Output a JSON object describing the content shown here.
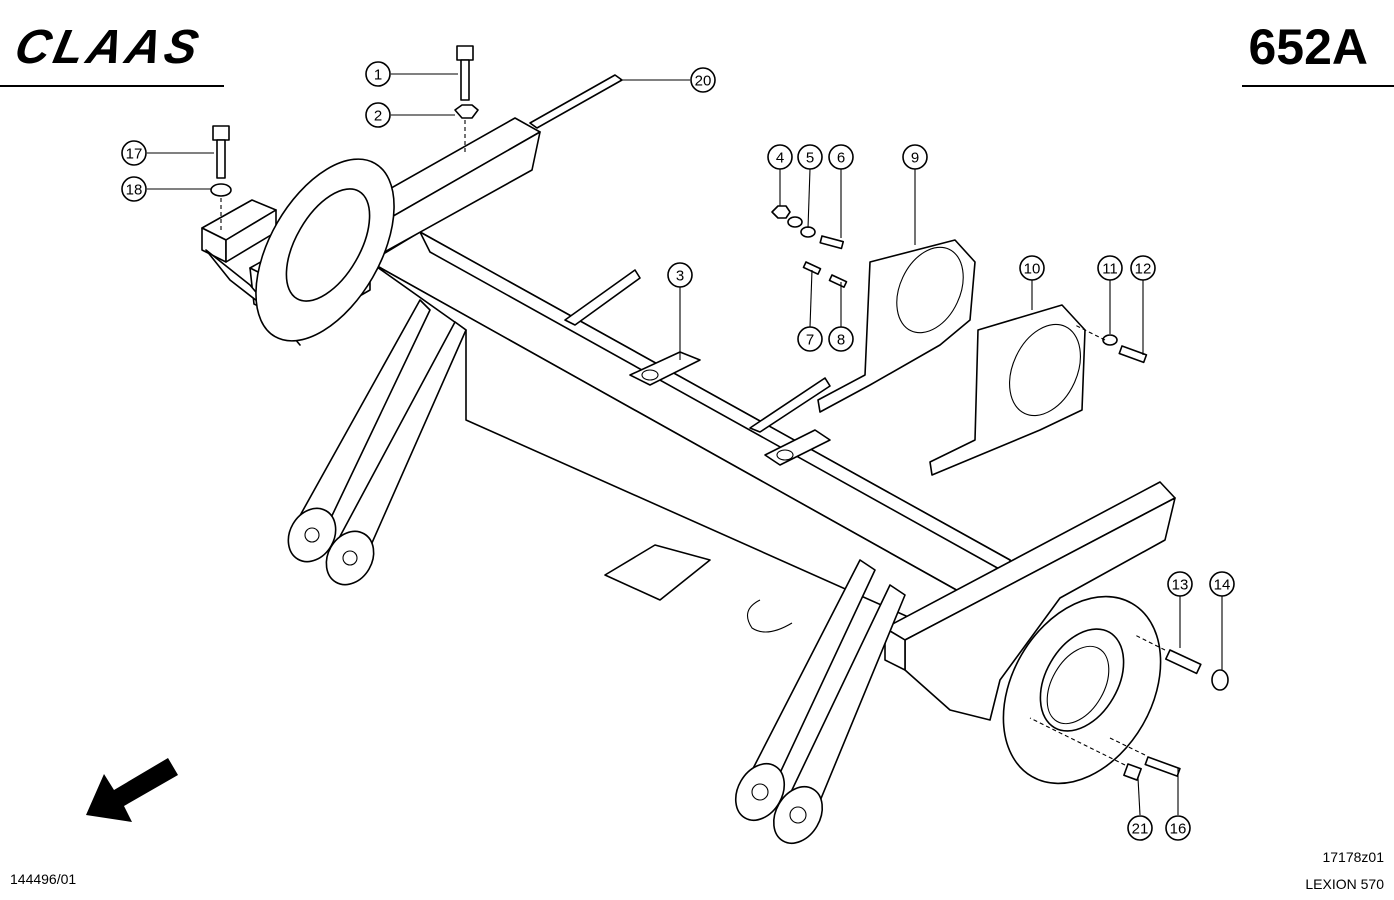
{
  "header": {
    "brand": "CLAAS",
    "page_code": "652A"
  },
  "footer": {
    "left_code": "144496/01",
    "drawing_id": "17178z01",
    "model": "LEXION 570"
  },
  "colors": {
    "ink": "#000000",
    "paper": "#ffffff"
  },
  "callouts": [
    {
      "id": "c1",
      "label": "1"
    },
    {
      "id": "c2",
      "label": "2"
    },
    {
      "id": "c3",
      "label": "3"
    },
    {
      "id": "c4",
      "label": "4"
    },
    {
      "id": "c5",
      "label": "5"
    },
    {
      "id": "c6",
      "label": "6"
    },
    {
      "id": "c7",
      "label": "7"
    },
    {
      "id": "c8",
      "label": "8"
    },
    {
      "id": "c9",
      "label": "9"
    },
    {
      "id": "c10",
      "label": "10"
    },
    {
      "id": "c11",
      "label": "11"
    },
    {
      "id": "c12",
      "label": "12"
    },
    {
      "id": "c13",
      "label": "13"
    },
    {
      "id": "c14",
      "label": "14"
    },
    {
      "id": "c16",
      "label": "16"
    },
    {
      "id": "c17",
      "label": "17"
    },
    {
      "id": "c18",
      "label": "18"
    },
    {
      "id": "c20",
      "label": "20"
    },
    {
      "id": "c21",
      "label": "21"
    }
  ],
  "icons": {
    "direction_arrow": "arrow-down-left-icon"
  }
}
